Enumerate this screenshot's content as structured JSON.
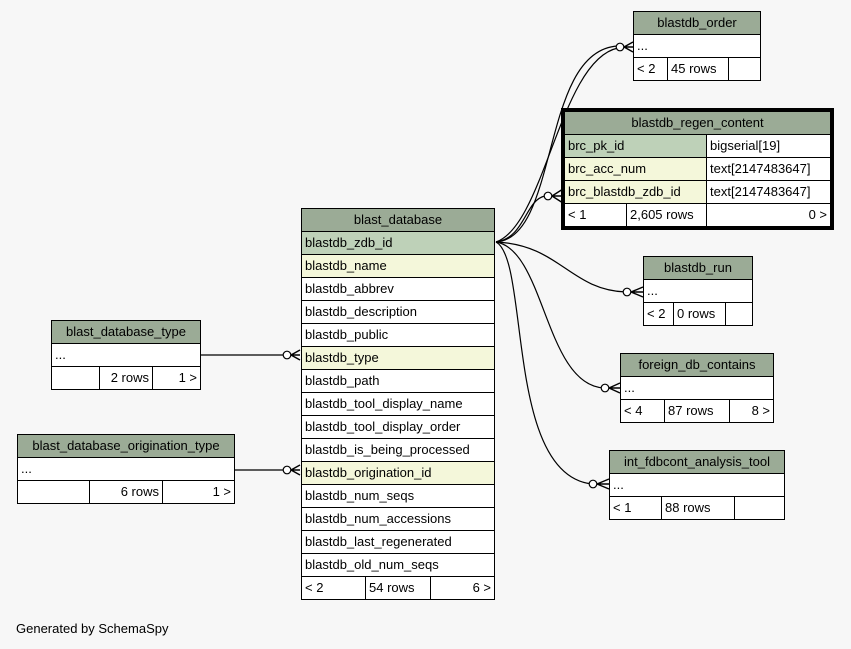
{
  "footer": "Generated by SchemaSpy",
  "tables": {
    "blast_database": {
      "name": "blast_database",
      "columns": [
        {
          "name": "blastdb_zdb_id",
          "kind": "pk"
        },
        {
          "name": "blastdb_name",
          "kind": "fk"
        },
        {
          "name": "blastdb_abbrev",
          "kind": ""
        },
        {
          "name": "blastdb_description",
          "kind": ""
        },
        {
          "name": "blastdb_public",
          "kind": ""
        },
        {
          "name": "blastdb_type",
          "kind": "fk"
        },
        {
          "name": "blastdb_path",
          "kind": ""
        },
        {
          "name": "blastdb_tool_display_name",
          "kind": ""
        },
        {
          "name": "blastdb_tool_display_order",
          "kind": ""
        },
        {
          "name": "blastdb_is_being_processed",
          "kind": ""
        },
        {
          "name": "blastdb_origination_id",
          "kind": "fk"
        },
        {
          "name": "blastdb_num_seqs",
          "kind": ""
        },
        {
          "name": "blastdb_num_accessions",
          "kind": ""
        },
        {
          "name": "blastdb_last_regenerated",
          "kind": ""
        },
        {
          "name": "blastdb_old_num_seqs",
          "kind": ""
        }
      ],
      "footer": [
        "< 2",
        "54 rows",
        "6 >"
      ]
    },
    "blast_database_type": {
      "name": "blast_database_type",
      "body": "...",
      "footer": [
        "",
        "2 rows",
        "1 >"
      ]
    },
    "blast_database_origination_type": {
      "name": "blast_database_origination_type",
      "body": "...",
      "footer": [
        "",
        "6 rows",
        "1 >"
      ]
    },
    "blastdb_order": {
      "name": "blastdb_order",
      "body": "...",
      "footer": [
        "< 2",
        "45 rows",
        ""
      ]
    },
    "blastdb_regen_content": {
      "name": "blastdb_regen_content",
      "columns": [
        {
          "name": "brc_pk_id",
          "type": "bigserial[19]",
          "kind": "pk"
        },
        {
          "name": "brc_acc_num",
          "type": "text[2147483647]",
          "kind": "fk"
        },
        {
          "name": "brc_blastdb_zdb_id",
          "type": "text[2147483647]",
          "kind": "fk"
        }
      ],
      "footer": [
        "< 1",
        "2,605 rows",
        "0 >"
      ]
    },
    "blastdb_run": {
      "name": "blastdb_run",
      "body": "...",
      "footer": [
        "< 2",
        "0 rows",
        ""
      ]
    },
    "foreign_db_contains": {
      "name": "foreign_db_contains",
      "body": "...",
      "footer": [
        "< 4",
        "87 rows",
        "8 >"
      ]
    },
    "int_fdbcont_analysis_tool": {
      "name": "int_fdbcont_analysis_tool",
      "body": "...",
      "footer": [
        "< 1",
        "88 rows",
        ""
      ]
    }
  }
}
